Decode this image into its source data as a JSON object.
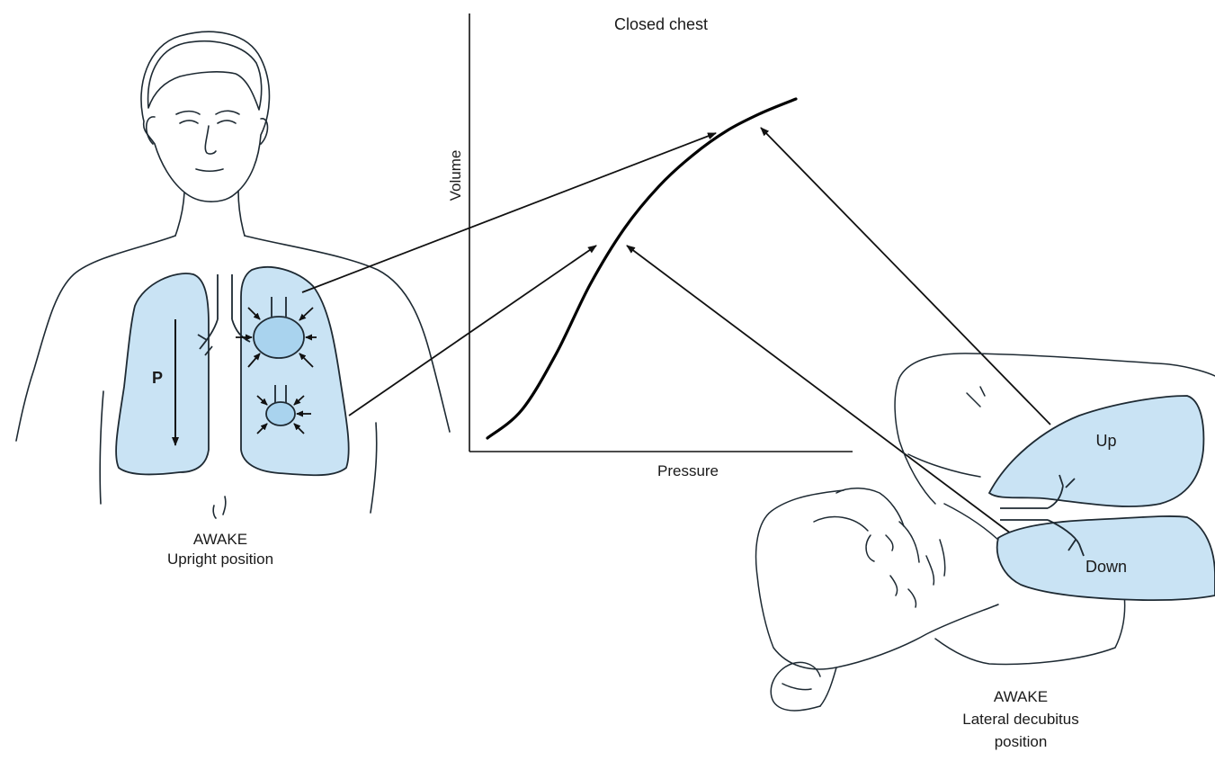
{
  "chart": {
    "title": "Closed chest",
    "xlabel": "Pressure",
    "ylabel": "Volume"
  },
  "upright": {
    "state": "AWAKE",
    "position": "Upright position",
    "gradient_label": "P"
  },
  "lateral": {
    "state": "AWAKE",
    "position_line1": "Lateral decubitus",
    "position_line2": "position",
    "up_label": "Up",
    "down_label": "Down"
  },
  "colors": {
    "lung_fill": "#c9e3f4",
    "lung_stroke": "#1e2a33",
    "line": "#111111"
  },
  "chart_data": {
    "type": "line",
    "title": "Closed chest",
    "xlabel": "Pressure",
    "ylabel": "Volume",
    "series": [
      {
        "x": [
          0.0,
          0.1,
          0.2,
          0.3,
          0.4,
          0.5,
          0.6,
          0.7,
          0.8,
          0.9
        ],
        "y": [
          0.0,
          0.08,
          0.24,
          0.44,
          0.6,
          0.72,
          0.81,
          0.88,
          0.93,
          0.97
        ]
      }
    ],
    "grid": false,
    "legend": "none"
  }
}
